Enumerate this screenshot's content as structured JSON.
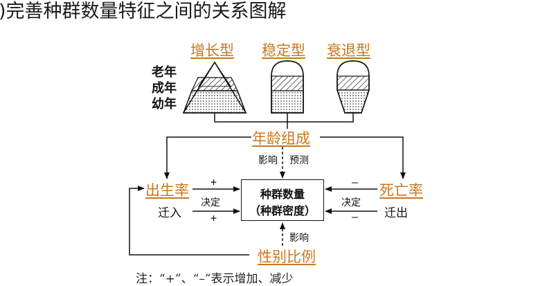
{
  "heading": ")完善种群数量特征之间的关系图解",
  "types": {
    "growth": "增长型",
    "stable": "稳定型",
    "decline": "衰退型"
  },
  "age_groups": {
    "old": "老年",
    "adult": "成年",
    "young": "幼年"
  },
  "nodes": {
    "age_structure": "年龄组成",
    "birth_rate": "出生率",
    "death_rate": "死亡率",
    "sex_ratio": "性别比例",
    "immigration": "迁入",
    "emigration": "迁出"
  },
  "center": {
    "line1": "种群数量",
    "line2": "（种群密度）"
  },
  "arrow_labels": {
    "influence": "影响",
    "predict": "预测",
    "decide_left": "决定",
    "decide_right": "决定",
    "influence_bottom": "影响"
  },
  "signs": {
    "plus_top": "+",
    "plus_bottom": "+",
    "minus_top": "–",
    "minus_bottom": "–"
  },
  "note": "注：“+”、“–”表示增加、减少",
  "colors": {
    "accent": "#c8781e",
    "line": "#111111"
  }
}
